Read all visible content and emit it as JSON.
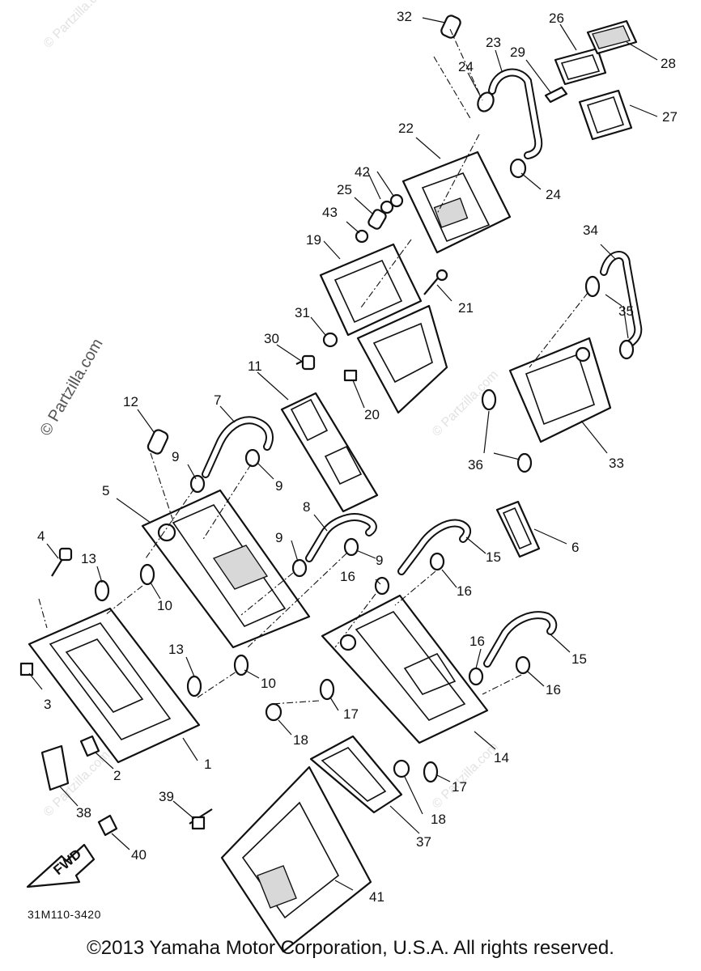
{
  "watermark": "© Partzilla.com",
  "drawing_code": "31M110-3420",
  "copyright": "©2013 Yamaha Motor Corporation, U.S.A. All rights reserved.",
  "front_arrow_label": "FWD",
  "callouts": [
    "1",
    "2",
    "3",
    "4",
    "5",
    "6",
    "7",
    "8",
    "9",
    "10",
    "11",
    "12",
    "13",
    "14",
    "15",
    "16",
    "17",
    "18",
    "19",
    "20",
    "21",
    "22",
    "23",
    "24",
    "25",
    "26",
    "27",
    "28",
    "29",
    "30",
    "31",
    "32",
    "33",
    "34",
    "35",
    "36",
    "37",
    "38",
    "39",
    "40",
    "41",
    "42",
    "43"
  ]
}
